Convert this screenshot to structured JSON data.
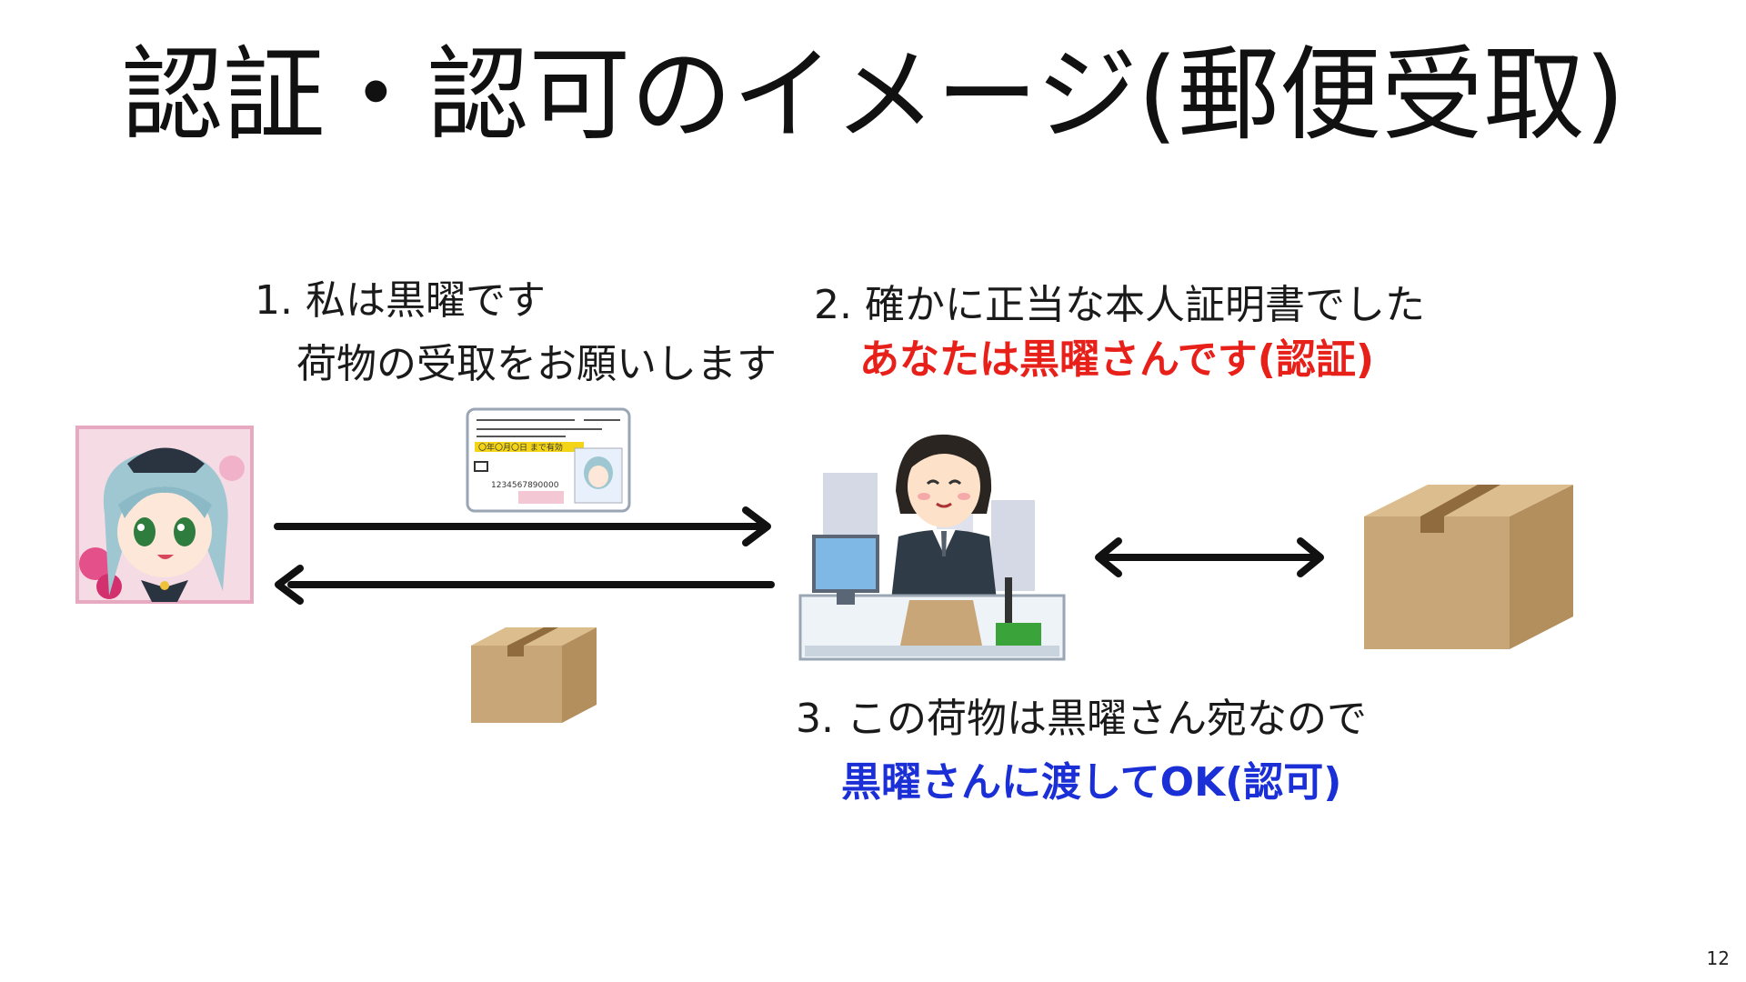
{
  "slide": {
    "title": "認証・認可のイメージ(郵便受取)",
    "page_number": "12"
  },
  "steps": {
    "step1_line1": "1. 私は黒曜です",
    "step1_line2": "荷物の受取をお願いします",
    "step2_line1": "2. 確かに正当な本人証明書でした",
    "step2_line2": "あなたは黒曜さんです(認証)",
    "step3_line1": "3. この荷物は黒曜さん宛なので",
    "step3_line2": "黒曜さんに渡してOK(認可)"
  },
  "id_card": {
    "date_text": "〇年〇月〇日 まで有効",
    "number_text": "1234567890000"
  },
  "colors": {
    "authentication_text": "#e8201a",
    "authorization_text": "#1a2fd6",
    "arrow": "#111111",
    "box": "#c9a677"
  },
  "icons": [
    "user-avatar",
    "id-card-icon",
    "postal-clerk-icon",
    "package-box-icon"
  ]
}
